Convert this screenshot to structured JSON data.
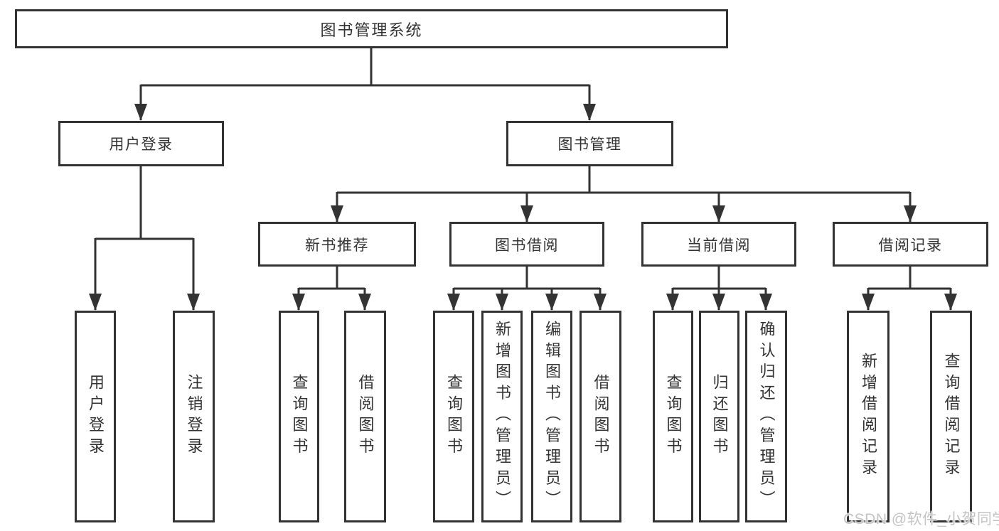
{
  "nodes": {
    "root": {
      "label": "图书管理系统"
    },
    "user_login": {
      "label": "用户登录"
    },
    "book_mgmt": {
      "label": "图书管理"
    },
    "new_book_rec": {
      "label": "新书推荐"
    },
    "book_borrow": {
      "label": "图书借阅"
    },
    "current_borrow": {
      "label": "当前借阅"
    },
    "borrow_record": {
      "label": "借阅记录"
    },
    "leaf_user_login": {
      "label": "用户登录"
    },
    "leaf_logout": {
      "label": "注销登录"
    },
    "leaf_nb_query": {
      "label": "查询图书"
    },
    "leaf_nb_borrow": {
      "label": "借阅图书"
    },
    "leaf_bb_query": {
      "label": "查询图书"
    },
    "leaf_bb_add": {
      "label": "新增图书（管理员）"
    },
    "leaf_bb_edit": {
      "label": "编辑图书（管理员）"
    },
    "leaf_bb_borrow": {
      "label": "借阅图书"
    },
    "leaf_cb_query": {
      "label": "查询图书"
    },
    "leaf_cb_return": {
      "label": "归还图书"
    },
    "leaf_cb_confirm": {
      "label": "确认归还（管理员）"
    },
    "leaf_br_add": {
      "label": "新增借阅记录"
    },
    "leaf_br_query": {
      "label": "查询借阅记录"
    }
  },
  "watermark": {
    "text": "CSDN @软件_小贺同学"
  },
  "colors": {
    "line": "#333333",
    "text": "#333333",
    "background": "#ffffff",
    "watermark": "#c4c4c4"
  }
}
